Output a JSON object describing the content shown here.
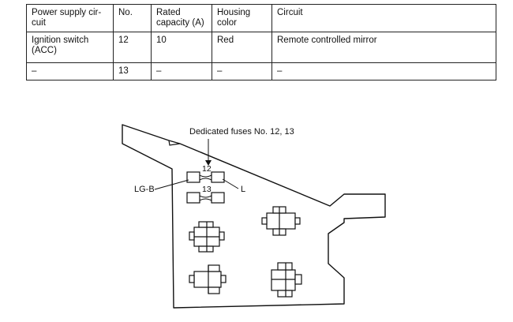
{
  "table": {
    "headers": [
      "Power supply cir-\ncuit",
      "No.",
      "Rated\ncapacity (A)",
      "Housing\ncolor",
      "Circuit"
    ],
    "rows": [
      [
        "Ignition switch\n(ACC)",
        "12",
        "10",
        "Red",
        "Remote controlled mirror"
      ],
      [
        "–",
        "13",
        "–",
        "–",
        "–"
      ]
    ]
  },
  "diagram": {
    "callout": "Dedicated fuses No. 12, 13",
    "fuse_12": "12",
    "fuse_13": "13",
    "wire_left": "LG-B",
    "wire_right": "L"
  }
}
